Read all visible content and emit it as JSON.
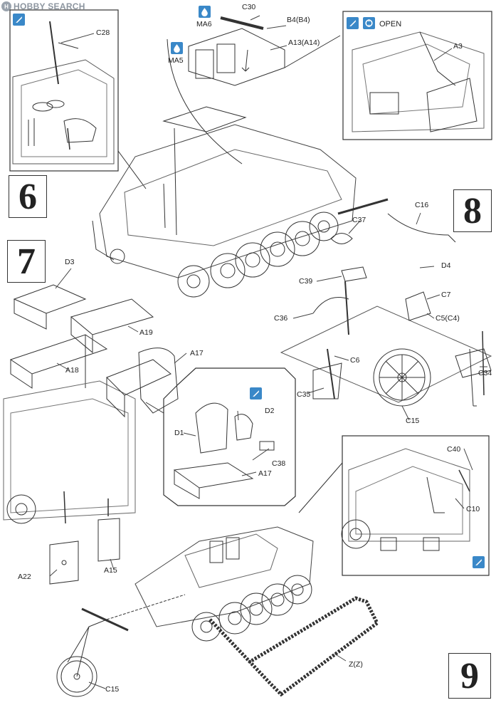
{
  "site_watermark": "HOBBY SEARCH",
  "steps": [
    {
      "number": "6"
    },
    {
      "number": "7"
    },
    {
      "number": "8"
    },
    {
      "number": "9"
    }
  ],
  "icons": {
    "open_text": "OPEN",
    "paint_names": [
      "MA6",
      "MA5"
    ]
  },
  "labels": {
    "c28": "C28",
    "c30": "C30",
    "b4": "B4(B4)",
    "a13": "A13(A14)",
    "a3": "A3",
    "c16": "C16",
    "c37": "C37",
    "d4": "D4",
    "c39": "C39",
    "c7": "C7",
    "c36": "C36",
    "c5": "C5(C4)",
    "c6": "C6",
    "c34": "C34",
    "c35": "C35",
    "c15a": "C15",
    "d3": "D3",
    "a19": "A19",
    "a18": "A18",
    "a17a": "A17",
    "d2": "D2",
    "d1": "D1",
    "c38": "C38",
    "a17b": "A17",
    "c40": "C40",
    "c10": "C10",
    "a22": "A22",
    "a15": "A15",
    "zz": "Z(Z)",
    "c15b": "C15"
  },
  "colors": {
    "icon_blue": "#3a88c8",
    "line": "#333333",
    "step_border": "#333333"
  }
}
